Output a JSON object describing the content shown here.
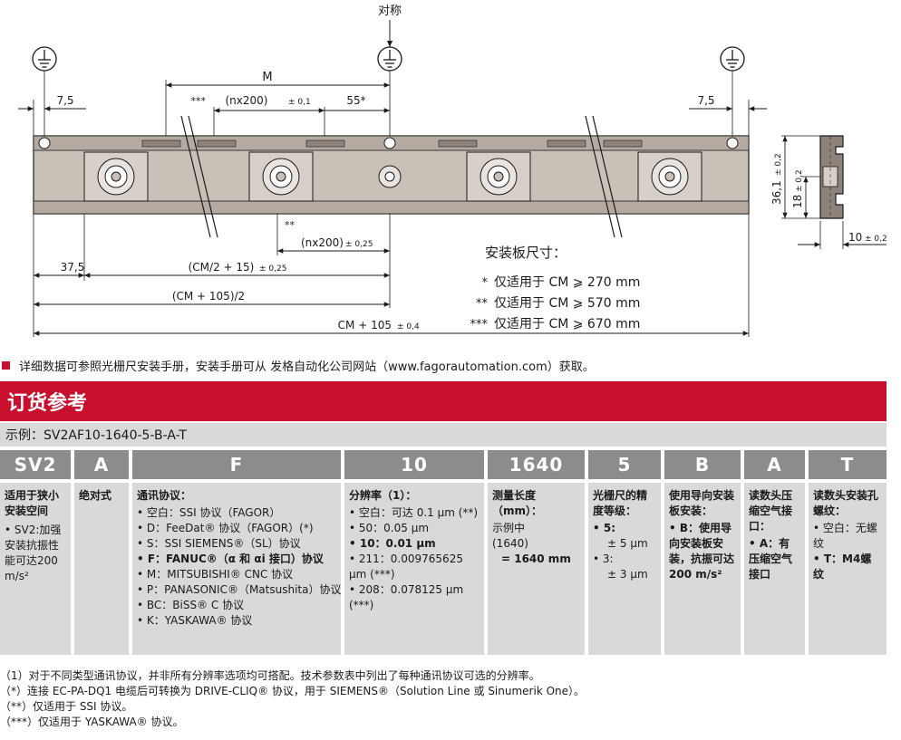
{
  "drawing": {
    "symmetry_label": "对称",
    "dim_m": "M",
    "dim_left_75": "7,5",
    "dim_right_75": "7,5",
    "dim_nx200_top_prefix": "***",
    "dim_nx200_top": "(nx200)",
    "dim_nx200_top_tol": "± 0,1",
    "dim_55": "55*",
    "dim_double_star": "**",
    "dim_nx200_bottom": "(nx200)",
    "dim_nx200_bottom_tol": "± 0,25",
    "dim_375": "37,5",
    "dim_cm2_15": "(CM/2 + 15)",
    "dim_cm2_15_tol": "± 0,25",
    "dim_cm105_2": "(CM + 105)/2",
    "dim_cm105": "CM + 105",
    "dim_cm105_tol": "± 0,4",
    "side_361": "36,1",
    "side_361_tol": "± 0,2",
    "side_18": "18",
    "side_18_tol": "± 0,2",
    "side_10": "10",
    "side_10_tol": "± 0,2",
    "plate_title": "安装板尺寸：",
    "plate_rows": [
      {
        "mark": "*",
        "text": "仅适用于 CM ⩾ 270 mm"
      },
      {
        "mark": "**",
        "text": "仅适用于 CM ⩾ 570 mm"
      },
      {
        "mark": "***",
        "text": "仅适用于 CM ⩾ 670 mm"
      }
    ]
  },
  "note": "详细数据可参照光栅尺安装手册，安装手册可从 发格自动化公司网站（www.fagorautomation.com）获取。",
  "section_title": "订货参考",
  "example": "示例：SV2AF10-1640-5-B-A-T",
  "columns": [
    {
      "code": "SV2",
      "title": "适用于狭小安装空间",
      "lines": [
        "• SV2:加强安装抗振性能可达200 m/s²"
      ]
    },
    {
      "code": "A",
      "title": "绝对式",
      "lines": []
    },
    {
      "code": "F",
      "title": "通讯协议：",
      "lines": [
        "• 空白：SSI 协议（FAGOR）",
        "• D：FeeDat® 协议（FAGOR）(*)",
        "• S：SSI SIEMENS®（SL）协议",
        "• F：FANUC®（α 和 αi 接口）协议",
        "• M：MITSUBISHI® CNC 协议",
        "• P：PANASONIC®（Matsushita）协议",
        "• BC：BiSS® C 协议",
        "• K：YASKAWA® 协议"
      ]
    },
    {
      "code": "10",
      "title": "分辨率（1）：",
      "lines": [
        "• 空白：可达 0.1 µm (**)",
        "• 50：0.05 µm",
        "• 10：0.01 µm",
        "• 211：0.009765625 µm (***)",
        "• 208：0.078125 µm (***)"
      ]
    },
    {
      "code": "1640",
      "title": "测量长度（mm）：",
      "lines": [
        "示例中",
        "(1640)",
        "= 1640 mm"
      ]
    },
    {
      "code": "5",
      "title": "光栅尺的精度等级：",
      "lines": [
        "• 5:",
        "± 5 µm",
        "• 3:",
        "± 3 µm"
      ]
    },
    {
      "code": "B",
      "title": "使用导向安装板安装：",
      "lines": [
        "• B：使用导向安装板安装，抗振可达200 m/s²"
      ]
    },
    {
      "code": "A",
      "title": "读数头压缩空气接口：",
      "lines": [
        "• A：有压缩空气接口"
      ]
    },
    {
      "code": "T",
      "title": "读数头安装孔螺纹：",
      "lines": [
        "• 空白：无螺纹",
        "• T：M4螺纹"
      ]
    }
  ],
  "footnotes": [
    "（1）对于不同类型通讯协议，并非所有分辨率选项均可搭配。技术参数表中列出了每种通讯协议可选的分辨率。",
    "（*）连接 EC-PA-DQ1 电缆后可转换为 DRIVE-CLIQ® 协议，用于 SIEMENS®（Solution Line 或 Sinumerik One）。",
    "（**）仅适用于 SSI 协议。",
    "（***）仅适用于 YASKAWA® 协议。"
  ],
  "colors": {
    "accent": "#c8102e",
    "header_gray": "#8c8c8c",
    "body_gray": "#d9d9d9"
  }
}
